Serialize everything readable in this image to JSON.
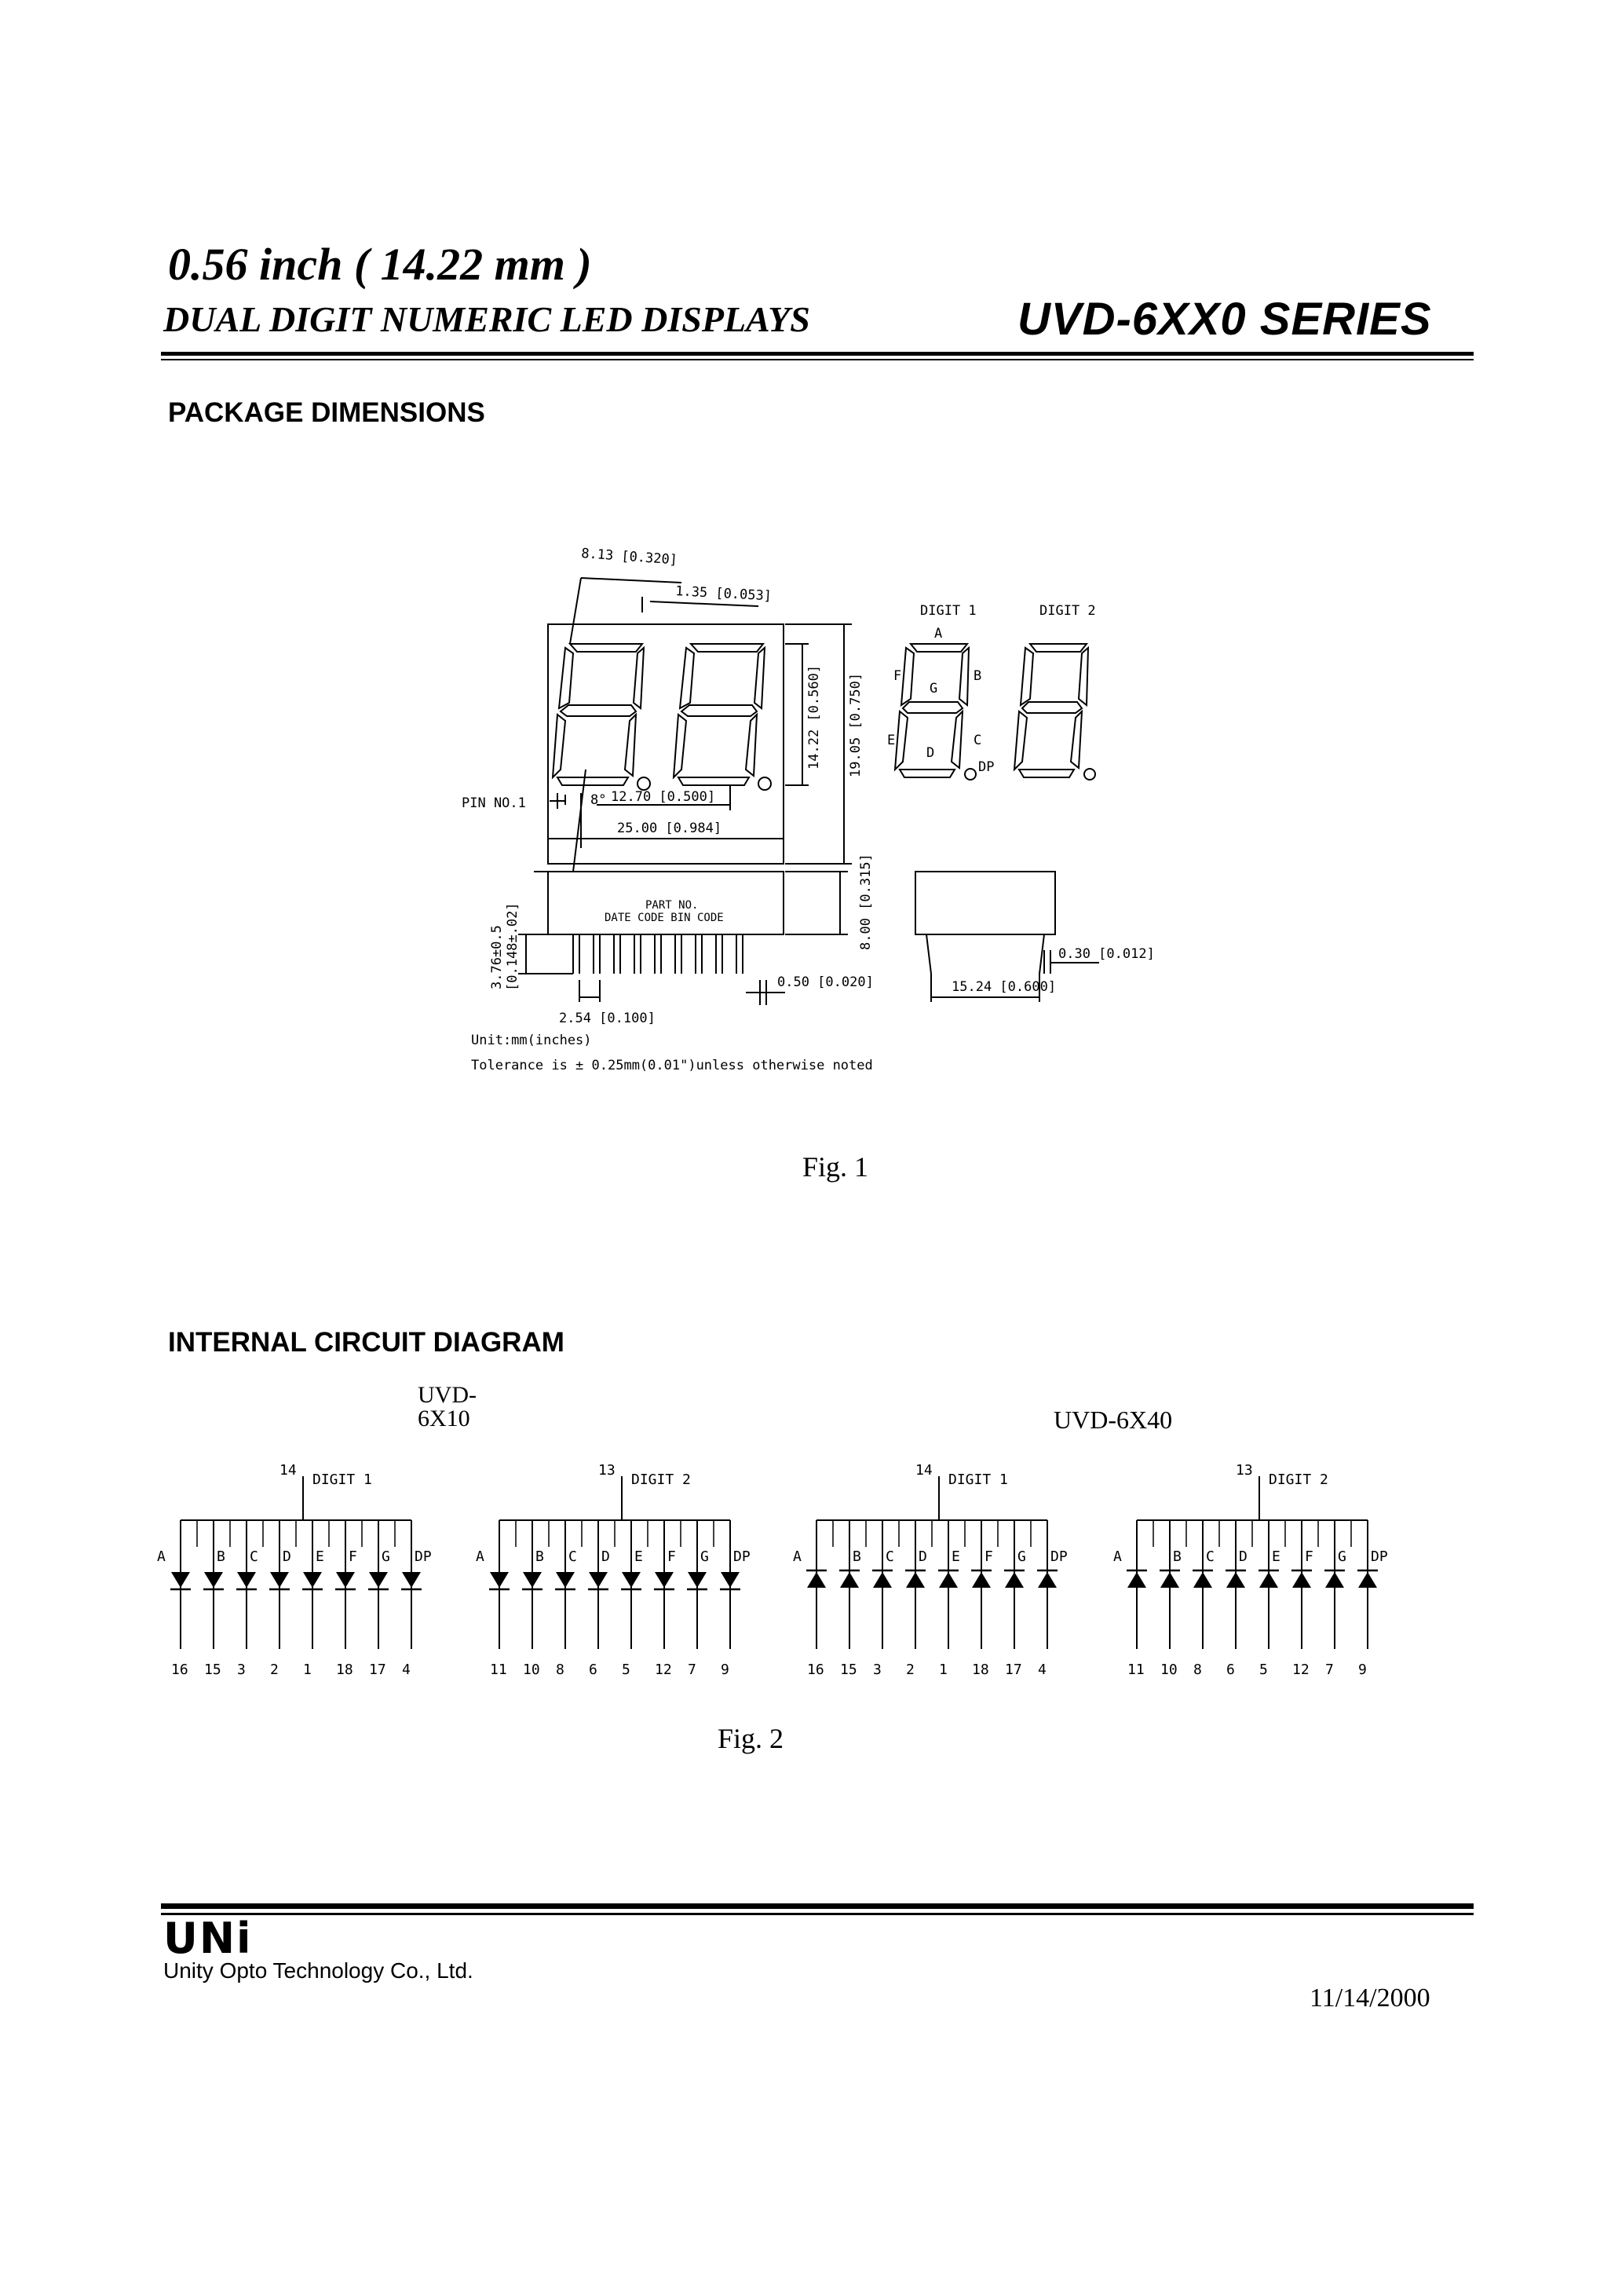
{
  "header": {
    "size_line": "0.56 inch ( 14.22 mm )",
    "product_line": "DUAL DIGIT NUMERIC LED DISPLAYS",
    "series": "UVD-6XX0  SERIES"
  },
  "sections": {
    "package": "PACKAGE DIMENSIONS",
    "circuit": "INTERNAL CIRCUIT DIAGRAM"
  },
  "fig1": {
    "caption": "Fig. 1",
    "dims": {
      "seg_width": "8.13 [0.320]",
      "seg_stroke": "1.35 [0.053]",
      "digit_height": "14.22 [0.560]",
      "body_height": "19.05 [0.750]",
      "pin1": "PIN  NO.1",
      "slant": "8°",
      "pitch": "12.70 [0.500]",
      "body_width": "25.00 [0.984]",
      "part_no": "PART NO.",
      "date_code": "DATE  CODE  BIN  CODE",
      "seat_height": "3.76±0.5",
      "seat_height_in": "[0.148±.02]",
      "body_depth": "8.00 [0.315]",
      "pin_pitch": "2.54 [0.100]",
      "pin_width": "0.50 [0.020]",
      "pin_thick": "0.30 [0.012]",
      "row_spacing": "15.24 [0.600]",
      "unit": "Unit:mm(inches)",
      "tolerance": "Tolerance  is ± 0.25mm(0.01\")unless  otherwise  noted"
    },
    "digit_labels": {
      "d1": "DIGIT  1",
      "d2": "DIGIT  2"
    },
    "segment_letters": {
      "a": "A",
      "b": "B",
      "c": "C",
      "d": "D",
      "e": "E",
      "f": "F",
      "g": "G",
      "dp": "DP"
    }
  },
  "fig2": {
    "caption": "Fig. 2",
    "model_left": "UVD-6X10",
    "model_right": "UVD-6X40",
    "segments": [
      "A",
      "B",
      "C",
      "D",
      "E",
      "F",
      "G",
      "DP"
    ],
    "diagrams": [
      {
        "common_pin": "14",
        "digit": "DIGIT  1",
        "pins": [
          "16",
          "15",
          "3",
          "2",
          "1",
          "18",
          "17",
          "4"
        ]
      },
      {
        "common_pin": "13",
        "digit": "DIGIT  2",
        "pins": [
          "11",
          "10",
          "8",
          "6",
          "5",
          "12",
          "7",
          "9"
        ]
      },
      {
        "common_pin": "14",
        "digit": "DIGIT  1",
        "pins": [
          "16",
          "15",
          "3",
          "2",
          "1",
          "18",
          "17",
          "4"
        ]
      },
      {
        "common_pin": "13",
        "digit": "DIGIT  2",
        "pins": [
          "11",
          "10",
          "8",
          "6",
          "5",
          "12",
          "7",
          "9"
        ]
      }
    ]
  },
  "footer": {
    "logo": "UNi",
    "company": "Unity Opto Technology Co., Ltd.",
    "date": "11/14/2000"
  }
}
